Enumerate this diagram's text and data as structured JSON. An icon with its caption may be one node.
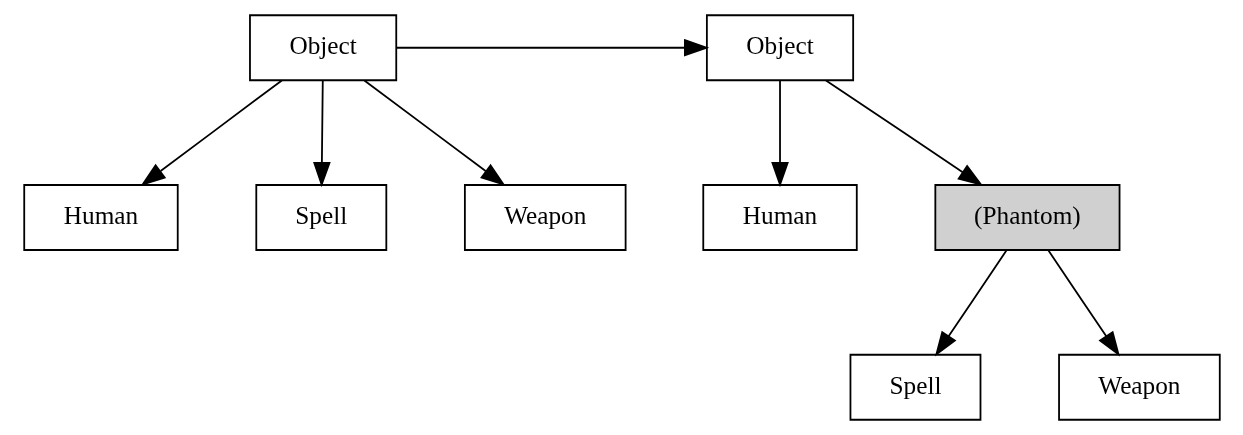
{
  "diagram": {
    "nodes": [
      {
        "text": [
          "Object"
        ]
      },
      {
        "text": [
          "Human"
        ]
      },
      {
        "text": [
          "Spell"
        ]
      },
      {
        "text": [
          "Weapon"
        ]
      },
      {
        "text": [
          "Object"
        ]
      },
      {
        "text": [
          "Human"
        ]
      },
      {
        "text": [
          "(Phantom)"
        ]
      },
      {
        "text": [
          "Spell"
        ]
      },
      {
        "text": [
          "Weapon"
        ]
      }
    ],
    "edges": [
      {
        "from": 0,
        "to": 1,
        "arrow": "to"
      },
      {
        "from": 0,
        "to": 2,
        "arrow": "to"
      },
      {
        "from": 0,
        "to": 3,
        "arrow": "to"
      },
      {
        "from": 0,
        "to": 4,
        "arrow": "to"
      },
      {
        "from": 4,
        "to": 5,
        "arrow": "to"
      },
      {
        "from": 4,
        "to": 6,
        "arrow": "to"
      },
      {
        "from": 6,
        "to": 7,
        "arrow": "to"
      },
      {
        "from": 6,
        "to": 8,
        "arrow": "to"
      }
    ]
  }
}
